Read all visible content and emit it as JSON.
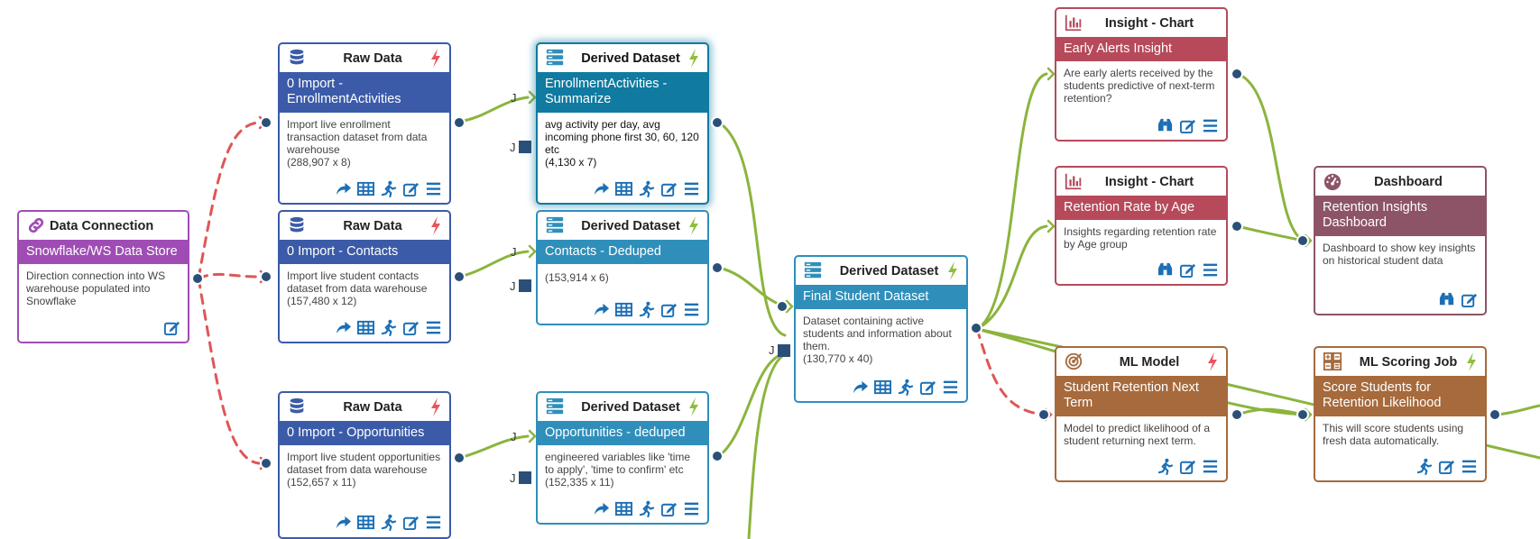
{
  "colors": {
    "raw": "#3b5ba8",
    "derived": "#2f8fba",
    "derived_selected": "#107aa0",
    "connection": "#a04cb5",
    "insight": "#b64a5a",
    "dashboard": "#8d5468",
    "ml": "#a66a3c",
    "bolt_red": "#e8555c",
    "bolt_green": "#8fbf3d",
    "wire_green": "#8cb43e",
    "wire_red": "#e05656",
    "icon_blue": "#1b6fb5"
  },
  "nodes": {
    "data_connection": {
      "type": "Data Connection",
      "name": "Snowflake/WS Data Store",
      "desc": "Direction connection into WS warehouse populated into Snowflake",
      "dims": "",
      "tools": [
        "edit-icon"
      ]
    },
    "raw_enrollment": {
      "type": "Raw Data",
      "name": "0 Import - EnrollmentActivities",
      "desc": "Import live enrollment transaction dataset from data warehouse",
      "dims": "(288,907 x 8)",
      "tools": [
        "share-icon",
        "table-icon",
        "run-icon",
        "edit-icon",
        "menu-icon"
      ]
    },
    "raw_contacts": {
      "type": "Raw Data",
      "name": "0 Import - Contacts",
      "desc": "Import live student contacts dataset from data warehouse",
      "dims": "(157,480 x 12)",
      "tools": [
        "share-icon",
        "table-icon",
        "run-icon",
        "edit-icon",
        "menu-icon"
      ]
    },
    "raw_opportunities": {
      "type": "Raw Data",
      "name": "0 Import - Opportunities",
      "desc": "Import live student opportunities dataset from data warehouse",
      "dims": "(152,657 x 11)",
      "tools": [
        "share-icon",
        "table-icon",
        "run-icon",
        "edit-icon",
        "menu-icon"
      ]
    },
    "derived_summarize": {
      "type": "Derived Dataset",
      "name": "EnrollmentActivities - Summarize",
      "desc": "avg activity per day, avg incoming phone first 30, 60, 120 etc",
      "dims": "(4,130 x 7)",
      "tools": [
        "share-icon",
        "table-icon",
        "run-icon",
        "edit-icon",
        "menu-icon"
      ]
    },
    "derived_contacts": {
      "type": "Derived Dataset",
      "name": "Contacts - Deduped",
      "desc": "",
      "dims": "(153,914 x 6)",
      "tools": [
        "share-icon",
        "table-icon",
        "run-icon",
        "edit-icon",
        "menu-icon"
      ]
    },
    "derived_opportunities": {
      "type": "Derived Dataset",
      "name": "Opportunities - deduped",
      "desc": "engineered variables like 'time to apply', 'time to confirm' etc",
      "dims": "(152,335 x 11)",
      "tools": [
        "share-icon",
        "table-icon",
        "run-icon",
        "edit-icon",
        "menu-icon"
      ]
    },
    "final_student": {
      "type": "Derived Dataset",
      "name": "Final Student Dataset",
      "desc": "Dataset containing active students and information about them.",
      "dims": "(130,770 x 40)",
      "tools": [
        "share-icon",
        "table-icon",
        "run-icon",
        "edit-icon",
        "menu-icon"
      ]
    },
    "insight_early": {
      "type": "Insight - Chart",
      "name": "Early Alerts Insight",
      "desc": "Are early alerts received by the students predictive of next-term retention?",
      "dims": "",
      "tools": [
        "binoculars-icon",
        "edit-icon",
        "menu-icon"
      ]
    },
    "insight_retention": {
      "type": "Insight - Chart",
      "name": "Retention Rate by Age",
      "desc": "Insights regarding retention rate by Age group",
      "dims": "",
      "tools": [
        "binoculars-icon",
        "edit-icon",
        "menu-icon"
      ]
    },
    "dashboard": {
      "type": "Dashboard",
      "name": "Retention Insights Dashboard",
      "desc": "Dashboard to show key insights on historical student data",
      "dims": "",
      "tools": [
        "binoculars-icon",
        "edit-icon"
      ]
    },
    "ml_model": {
      "type": "ML Model",
      "name": "Student Retention Next Term",
      "desc": "Model to predict likelihood of a student returning next term.",
      "dims": "",
      "tools": [
        "run-icon",
        "edit-icon",
        "menu-icon"
      ]
    },
    "ml_scoring": {
      "type": "ML Scoring Job",
      "name": "Score Students for Retention Likelihood",
      "desc": "This will score students using fresh data automatically.",
      "dims": "",
      "tools": [
        "run-icon",
        "edit-icon",
        "menu-icon"
      ]
    }
  },
  "join_label": "J"
}
